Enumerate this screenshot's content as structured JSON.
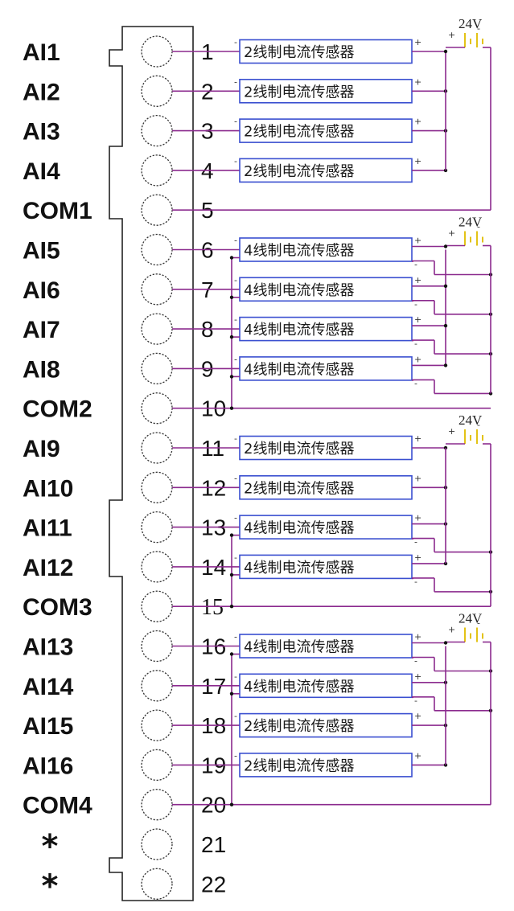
{
  "terminals": [
    {
      "label": "AI1",
      "number": "1"
    },
    {
      "label": "AI2",
      "number": "2"
    },
    {
      "label": "AI3",
      "number": "3"
    },
    {
      "label": "AI4",
      "number": "4"
    },
    {
      "label": "COM1",
      "number": "5"
    },
    {
      "label": "AI5",
      "number": "6"
    },
    {
      "label": "AI6",
      "number": "7"
    },
    {
      "label": "AI7",
      "number": "8"
    },
    {
      "label": "AI8",
      "number": "9"
    },
    {
      "label": "COM2",
      "number": "10"
    },
    {
      "label": "AI9",
      "number": "11"
    },
    {
      "label": "AI10",
      "number": "12"
    },
    {
      "label": "AI11",
      "number": "13"
    },
    {
      "label": "AI12",
      "number": "14"
    },
    {
      "label": "COM3",
      "number": "15"
    },
    {
      "label": "AI13",
      "number": "16"
    },
    {
      "label": "AI14",
      "number": "17"
    },
    {
      "label": "AI15",
      "number": "18"
    },
    {
      "label": "AI16",
      "number": "19"
    },
    {
      "label": "COM4",
      "number": "20"
    },
    {
      "label": "*",
      "number": "21"
    },
    {
      "label": "*",
      "number": "22"
    }
  ],
  "sensors": [
    {
      "terminal": "1",
      "label": "2线制电流传感器",
      "wires": 2
    },
    {
      "terminal": "2",
      "label": "2线制电流传感器",
      "wires": 2
    },
    {
      "terminal": "3",
      "label": "2线制电流传感器",
      "wires": 2
    },
    {
      "terminal": "4",
      "label": "2线制电流传感器",
      "wires": 2
    },
    {
      "terminal": "6",
      "label": "4线制电流传感器",
      "wires": 4
    },
    {
      "terminal": "7",
      "label": "4线制电流传感器",
      "wires": 4
    },
    {
      "terminal": "8",
      "label": "4线制电流传感器",
      "wires": 4
    },
    {
      "terminal": "9",
      "label": "4线制电流传感器",
      "wires": 4
    },
    {
      "terminal": "11",
      "label": "2线制电流传感器",
      "wires": 2
    },
    {
      "terminal": "12",
      "label": "2线制电流传感器",
      "wires": 2
    },
    {
      "terminal": "13",
      "label": "4线制电流传感器",
      "wires": 4
    },
    {
      "terminal": "14",
      "label": "4线制电流传感器",
      "wires": 4
    },
    {
      "terminal": "16",
      "label": "4线制电流传感器",
      "wires": 4
    },
    {
      "terminal": "17",
      "label": "4线制电流传感器",
      "wires": 4
    },
    {
      "terminal": "18",
      "label": "2线制电流传感器",
      "wires": 2
    },
    {
      "terminal": "19",
      "label": "2线制电流传感器",
      "wires": 2
    }
  ],
  "supply": {
    "voltage": "24V",
    "plus": "+",
    "minus": "-"
  },
  "colors": {
    "wire": "#8b2a8e",
    "sensor_border": "#3a4fd0",
    "battery": "#e3c316",
    "ink": "#111111"
  }
}
